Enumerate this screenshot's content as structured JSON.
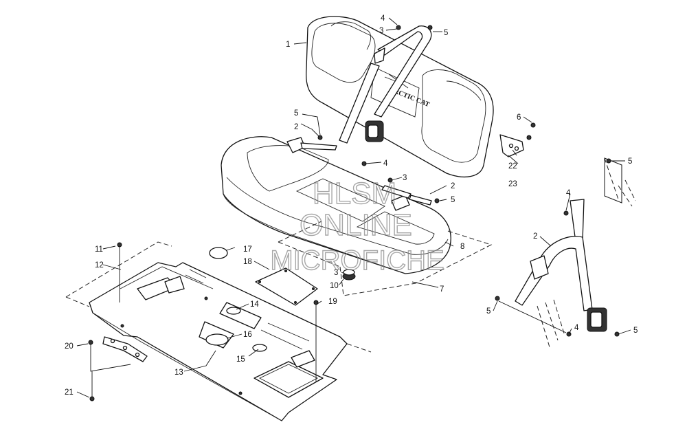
{
  "diagram": {
    "callouts": {
      "c1": "1",
      "c2a": "2",
      "c2b": "2",
      "c2c": "2",
      "c3a": "3",
      "c3b": "3",
      "c3c": "3",
      "c4a": "4",
      "c4b": "4",
      "c4c": "4",
      "c4d": "4",
      "c5a": "5",
      "c5b": "5",
      "c5c": "5",
      "c5d": "5",
      "c5e": "5",
      "c5f": "5",
      "c6": "6",
      "c7": "7",
      "c8": "8",
      "c10": "10",
      "c11": "11",
      "c12": "12",
      "c13": "13",
      "c14": "14",
      "c15": "15",
      "c16": "16",
      "c17": "17",
      "c18": "18",
      "c19": "19",
      "c20": "20",
      "c21": "21",
      "c22": "22",
      "c23": "23"
    },
    "seat_logo": "ARCTIC CAT"
  },
  "watermark": {
    "line1": "HLSM",
    "line2": "ONLINE",
    "line3": "MICROFICHE"
  },
  "colors": {
    "line": "#111111",
    "watermark": "#8a8a8a",
    "background": "#ffffff"
  }
}
